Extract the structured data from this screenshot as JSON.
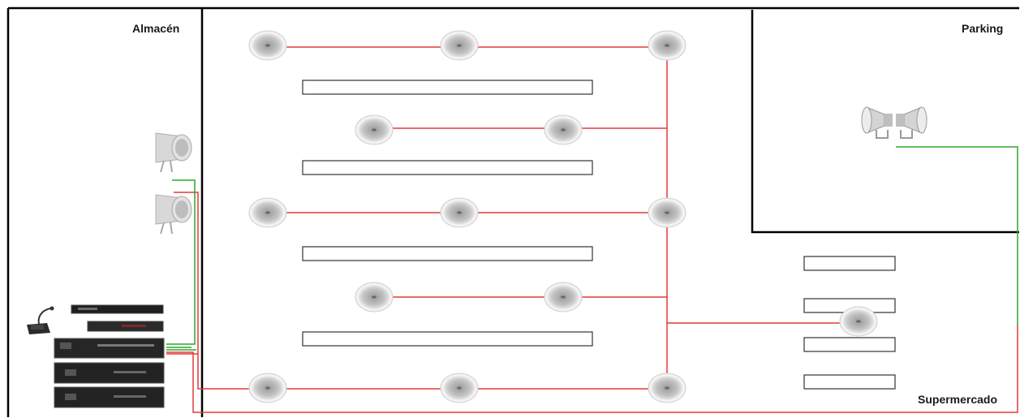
{
  "zones": {
    "almacen": "Almacén",
    "parking": "Parking",
    "supermercado": "Supermercado"
  },
  "colors": {
    "outline": "#000000",
    "speaker_wire": "#e23a3a",
    "signal_wire": "#2aa82a",
    "shelf_border": "#333333"
  },
  "icons": {
    "ceiling_speaker": "ceiling-speaker-icon",
    "horn_speaker": "horn-speaker-icon",
    "projector_speaker": "projector-speaker-icon",
    "microphone": "paging-microphone-icon",
    "amplifier": "amplifier-rack-icon"
  }
}
